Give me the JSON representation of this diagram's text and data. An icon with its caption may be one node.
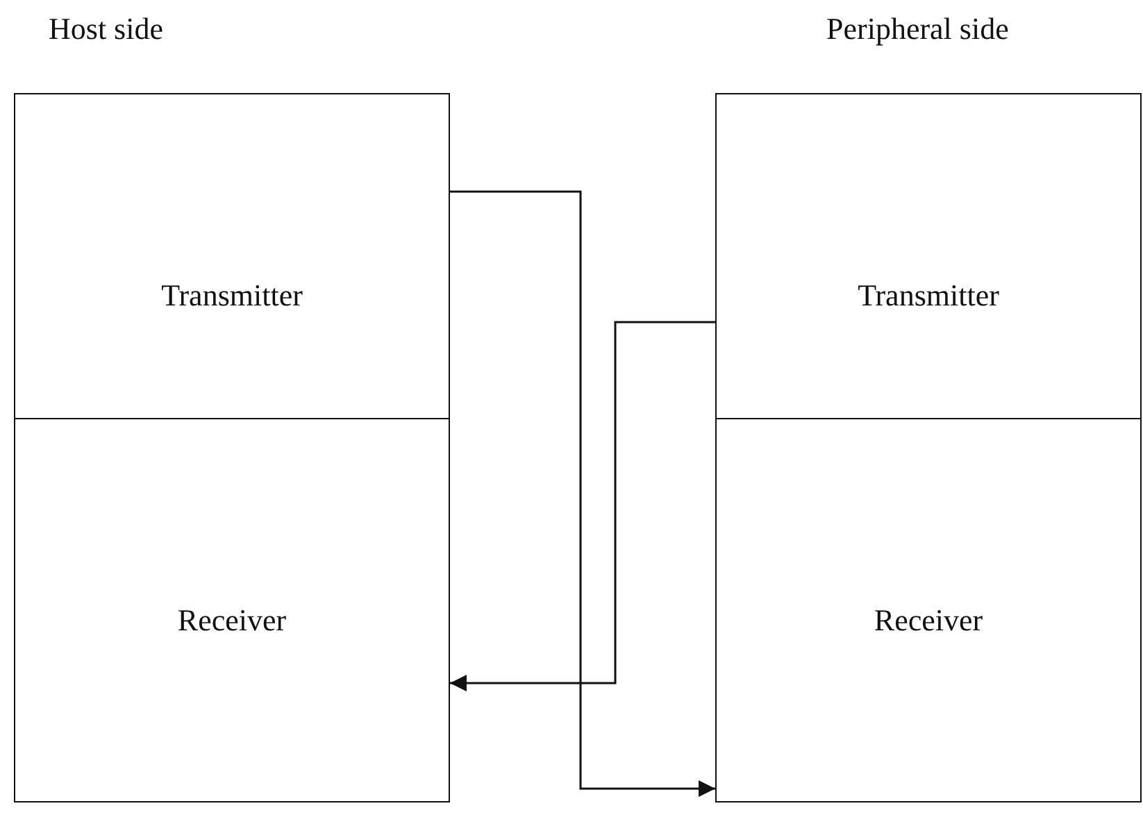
{
  "diagram": {
    "nodes": [
      {
        "text": [
          "Transmitter"
        ]
      },
      {
        "text": [
          "Receiver"
        ]
      },
      {
        "text": [
          "Transmitter"
        ]
      },
      {
        "text": [
          "Receiver"
        ]
      }
    ],
    "edges": [
      {
        "from": 0,
        "to": 3,
        "arrow": "to"
      },
      {
        "from": 2,
        "to": 1,
        "arrow": "to"
      }
    ],
    "labels": [
      "Host side",
      "Peripheral side"
    ]
  }
}
